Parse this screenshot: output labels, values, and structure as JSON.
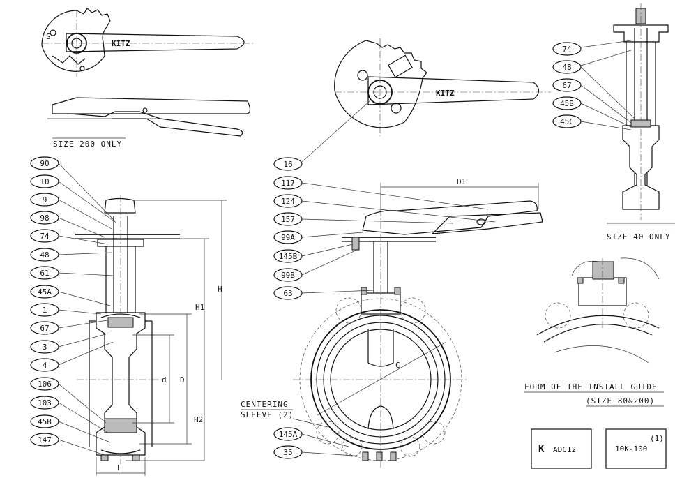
{
  "labels": {
    "size_200_only": "SIZE 200 ONLY",
    "size_40_only": "SIZE 40 ONLY",
    "install_guide_title": "FORM OF THE INSTALL GUIDE",
    "install_guide_sub": "(SIZE 80&200)",
    "centering_1": "CENTERING",
    "centering_2": "SLEEVE (2)",
    "brand": "KITZ"
  },
  "dimensions": {
    "H": "H",
    "H1": "H1",
    "H2": "H2",
    "D": "D",
    "d": "d",
    "L": "L",
    "C": "C",
    "D1": "D1"
  },
  "balloons_left": [
    "90",
    "10",
    "9",
    "98",
    "74",
    "48",
    "61",
    "45A",
    "1",
    "67",
    "3",
    "4",
    "106",
    "103",
    "45B",
    "147"
  ],
  "balloons_mid": [
    "16",
    "117",
    "124",
    "157",
    "99A",
    "145B",
    "99B",
    "63",
    "145A",
    "35"
  ],
  "balloons_right": [
    "74",
    "48",
    "67",
    "45B",
    "45C"
  ],
  "material_box": {
    "mark": "K",
    "material": "ADC12"
  },
  "rating_box": {
    "note": "(1)",
    "rating": "10K-100"
  }
}
